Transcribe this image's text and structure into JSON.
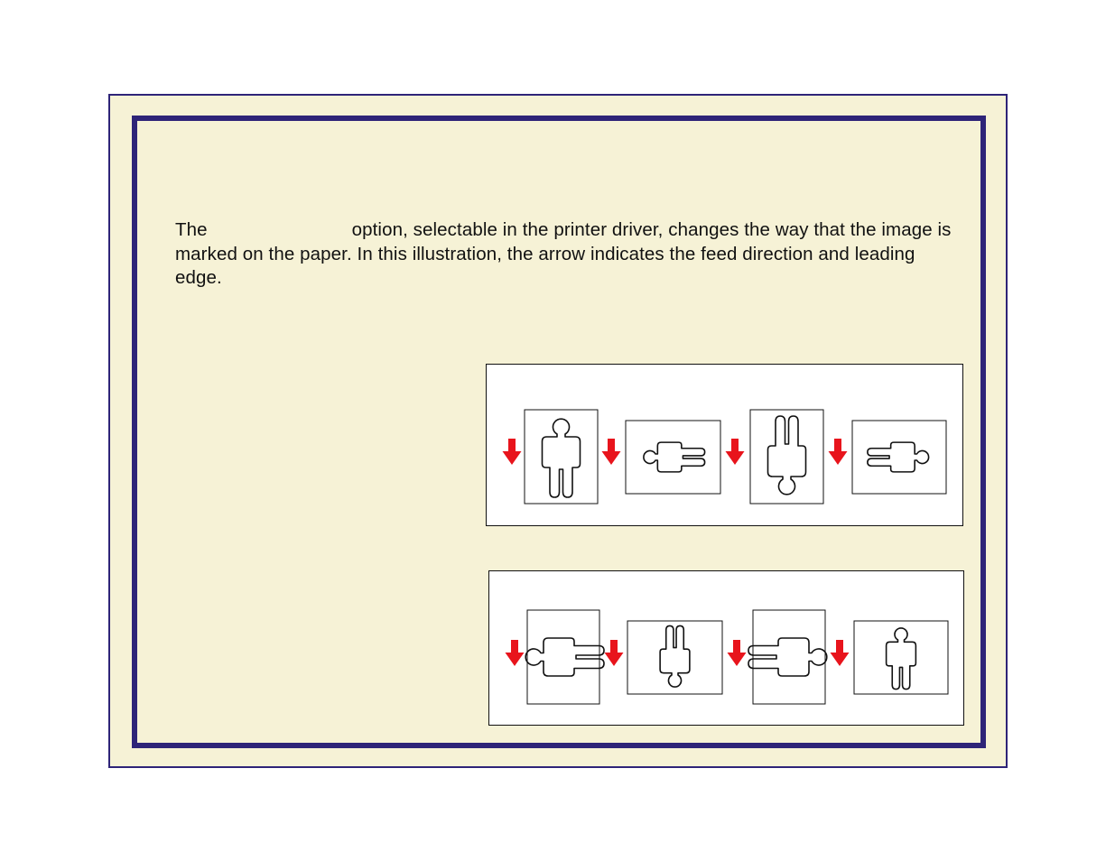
{
  "description": {
    "text_before": "The",
    "text_after": "option, selectable in the printer driver, changes the way that the image is marked on the paper.  In this illustration, the arrow indicates the feed direction and leading edge."
  },
  "colors": {
    "frame": "#2e2478",
    "background": "#f6f2d6",
    "arrow": "#e8141c"
  },
  "icons": {
    "feed_arrow": "down-arrow-icon",
    "figure": "person-figure-icon"
  },
  "panels": [
    {
      "sheets": [
        {
          "orientation": "portrait",
          "figure_rotation": 0
        },
        {
          "orientation": "landscape",
          "figure_rotation": 270
        },
        {
          "orientation": "portrait",
          "figure_rotation": 180
        },
        {
          "orientation": "landscape",
          "figure_rotation": 90
        }
      ]
    },
    {
      "sheets": [
        {
          "orientation": "portrait",
          "figure_rotation": 270
        },
        {
          "orientation": "landscape",
          "figure_rotation": 180
        },
        {
          "orientation": "portrait",
          "figure_rotation": 90
        },
        {
          "orientation": "landscape",
          "figure_rotation": 0
        }
      ]
    }
  ]
}
